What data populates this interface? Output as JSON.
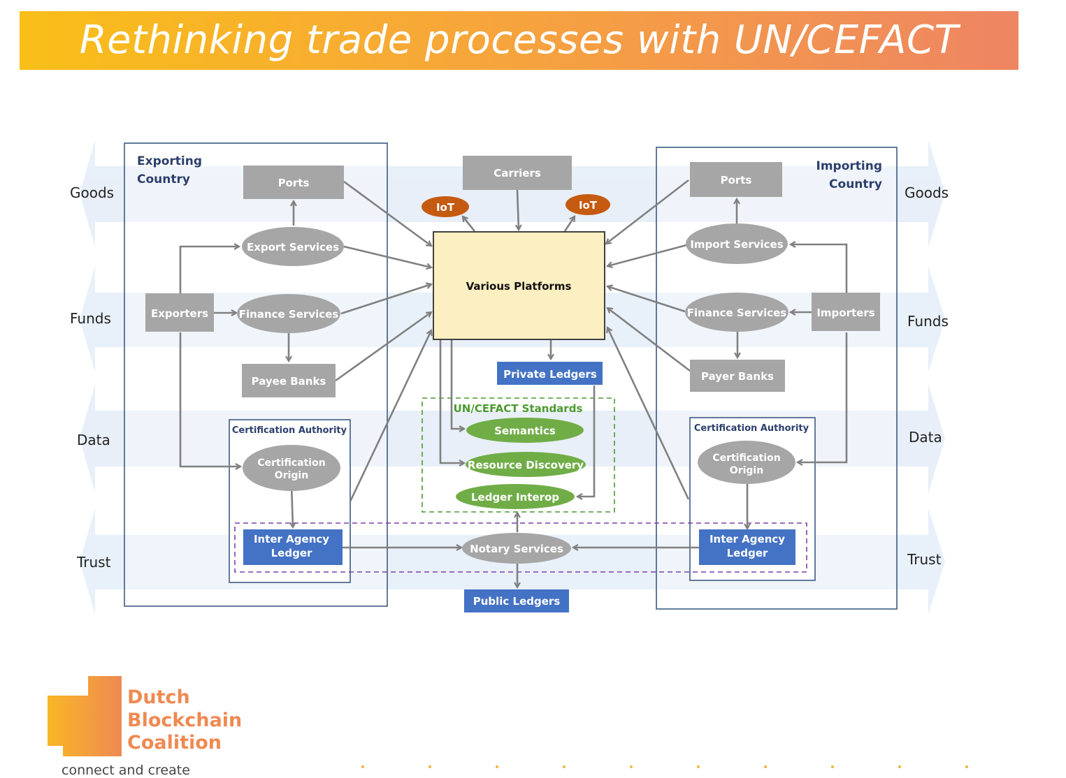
{
  "banner": {
    "title": "Rethinking trade processes with UN/CEFACT"
  },
  "rows": {
    "goods": "Goods",
    "funds": "Funds",
    "data": "Data",
    "trust": "Trust"
  },
  "exporting": {
    "title_line1": "Exporting",
    "title_line2": "Country",
    "ports": "Ports",
    "export_services": "Export Services",
    "exporters": "Exporters",
    "finance_services": "Finance Services",
    "payee_banks": "Payee Banks",
    "cert_authority": "Certification Authority",
    "cert_origin_line1": "Certification",
    "cert_origin_line2": "Origin",
    "ledger_line1": "Inter Agency",
    "ledger_line2": "Ledger"
  },
  "importing": {
    "title_line1": "Importing",
    "title_line2": "Country",
    "ports": "Ports",
    "import_services": "Import Services",
    "importers": "Importers",
    "finance_services": "Finance Services",
    "payer_banks": "Payer Banks",
    "cert_authority": "Certification Authority",
    "cert_origin_line1": "Certification",
    "cert_origin_line2": "Origin",
    "ledger_line1": "Inter Agency",
    "ledger_line2": "Ledger"
  },
  "center": {
    "carriers": "Carriers",
    "iot": "IoT",
    "platforms": "Various Platforms",
    "private_ledgers": "Private Ledgers",
    "standards_title": "UN/CEFACT Standards",
    "semantics": "Semantics",
    "resource_discovery": "Resource Discovery",
    "ledger_interop": "Ledger Interop",
    "notary_services": "Notary Services",
    "public_ledgers": "Public Ledgers"
  },
  "logo": {
    "line1": "Dutch",
    "line2": "Blockchain",
    "line3": "Coalition",
    "tagline": "connect and create"
  },
  "colors": {
    "grey_box": "#a6a6a6",
    "blue_box": "#4472c4",
    "green_oval": "#70ad47",
    "iot_oval": "#c55a11",
    "platform": "#fcefc2",
    "frame": "#3d5a80",
    "arrow": "#808080"
  }
}
